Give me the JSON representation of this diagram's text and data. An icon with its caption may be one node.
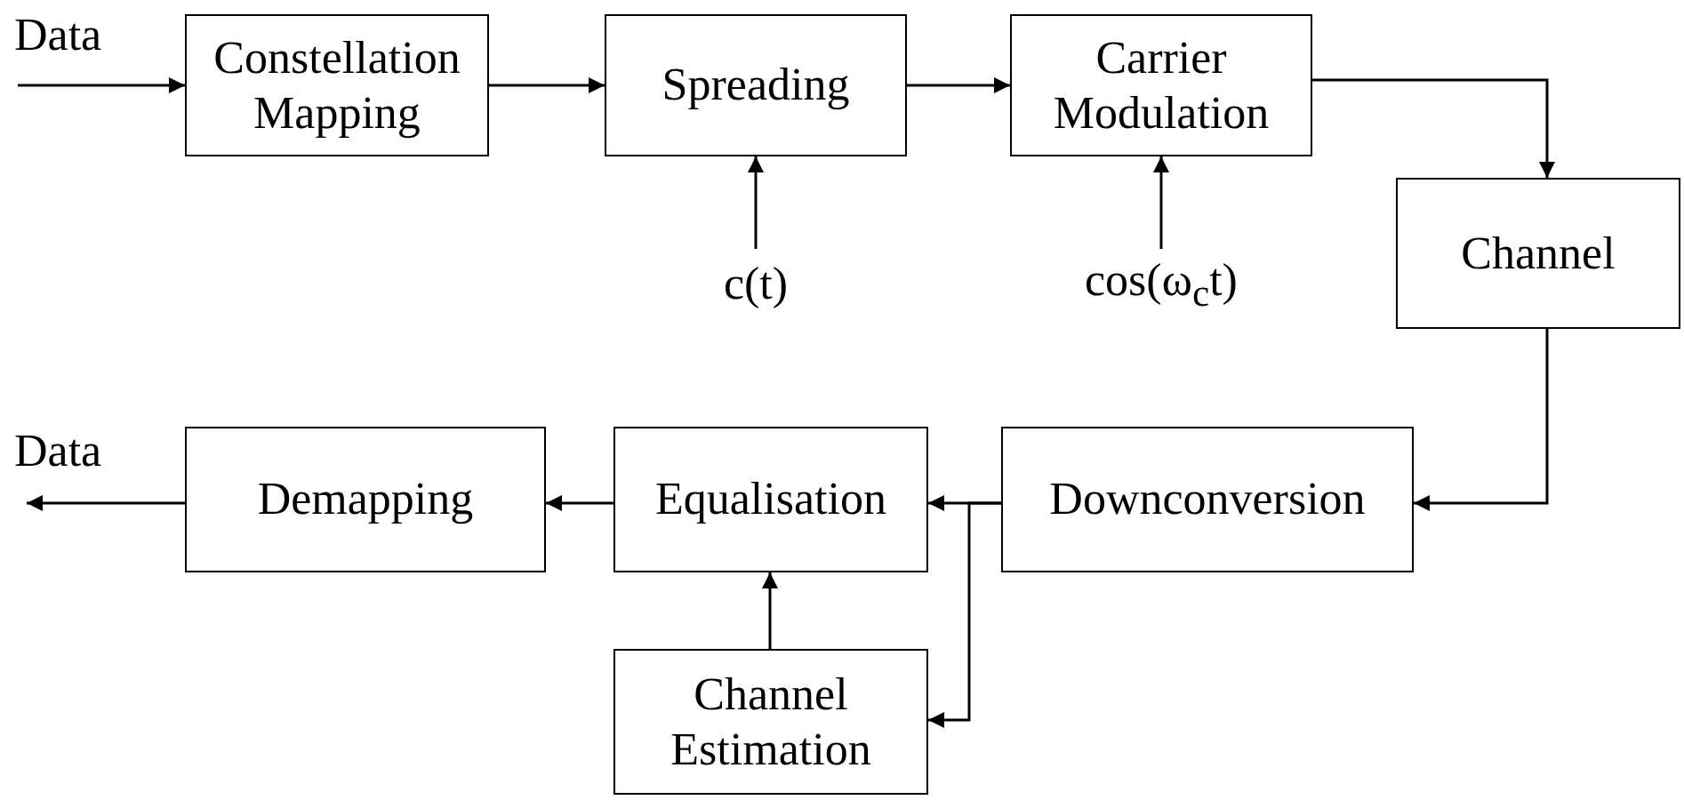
{
  "diagram": {
    "nodes": [
      {
        "text": [
          "Data"
        ]
      },
      {
        "text": [
          "Constellation Mapping"
        ]
      },
      {
        "text": [
          "Spreading"
        ]
      },
      {
        "text": [
          "Carrier Modulation"
        ]
      },
      {
        "text": [
          "c(t)"
        ]
      },
      {
        "text": [
          "cos(ω$_{c}$t)"
        ]
      },
      {
        "text": [
          "Channel"
        ]
      },
      {
        "text": [
          "Downconversion"
        ]
      },
      {
        "text": [
          "Equalisation"
        ]
      },
      {
        "text": [
          "Demapping"
        ]
      },
      {
        "text": [
          "Data"
        ]
      },
      {
        "text": [
          "Channel Estimation"
        ]
      }
    ],
    "edges": [
      {
        "from": 0,
        "to": 1,
        "arrow": "to"
      },
      {
        "from": 1,
        "to": 2,
        "arrow": "to"
      },
      {
        "from": 2,
        "to": 3,
        "arrow": "to"
      },
      {
        "from": 4,
        "to": 2,
        "arrow": "to"
      },
      {
        "from": 5,
        "to": 3,
        "arrow": "to"
      },
      {
        "from": 3,
        "to": 6,
        "arrow": "to"
      },
      {
        "from": 6,
        "to": 7,
        "arrow": "to"
      },
      {
        "from": 7,
        "to": 8,
        "arrow": "to"
      },
      {
        "from": 7,
        "to": 11,
        "arrow": "to"
      },
      {
        "from": 11,
        "to": 8,
        "arrow": "to"
      },
      {
        "from": 8,
        "to": 9,
        "arrow": "to"
      },
      {
        "from": 9,
        "to": 10,
        "arrow": "to"
      }
    ]
  }
}
